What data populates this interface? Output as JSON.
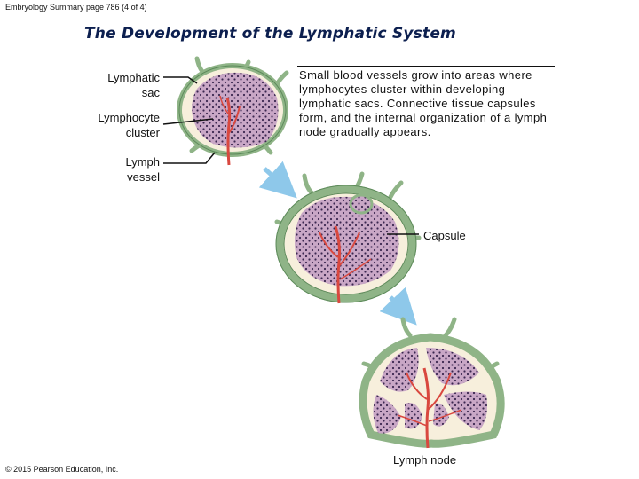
{
  "header": {
    "text": "Embryology Summary page 786 (4 of 4)"
  },
  "title": {
    "text": "The Development of the Lymphatic System"
  },
  "labels": {
    "lymphatic_sac": [
      "Lymphatic",
      "sac"
    ],
    "lymphocyte_cluster": [
      "Lymphocyte",
      "cluster"
    ],
    "lymph_vessel": [
      "Lymph",
      "vessel"
    ],
    "capsule": "Capsule",
    "lymph_node": "Lymph node"
  },
  "description": {
    "text": "Small blood vessels grow into areas where lymphocytes cluster within developing lymphatic sacs. Connective tissue capsules form, and the internal organization of a lymph node gradually appears."
  },
  "footer": {
    "copyright": "© 2015 Pearson Education, Inc."
  },
  "colors": {
    "capsule_green": "#8fb487",
    "capsule_dark": "#5d8a5a",
    "tissue_cream": "#f7efdc",
    "cluster_purple": "#c9a7c6",
    "dot_dark": "#3b2750",
    "blood_red": "#d9483f",
    "arrow_blue": "#8ec8ea",
    "title_navy": "#0c1f4f"
  }
}
